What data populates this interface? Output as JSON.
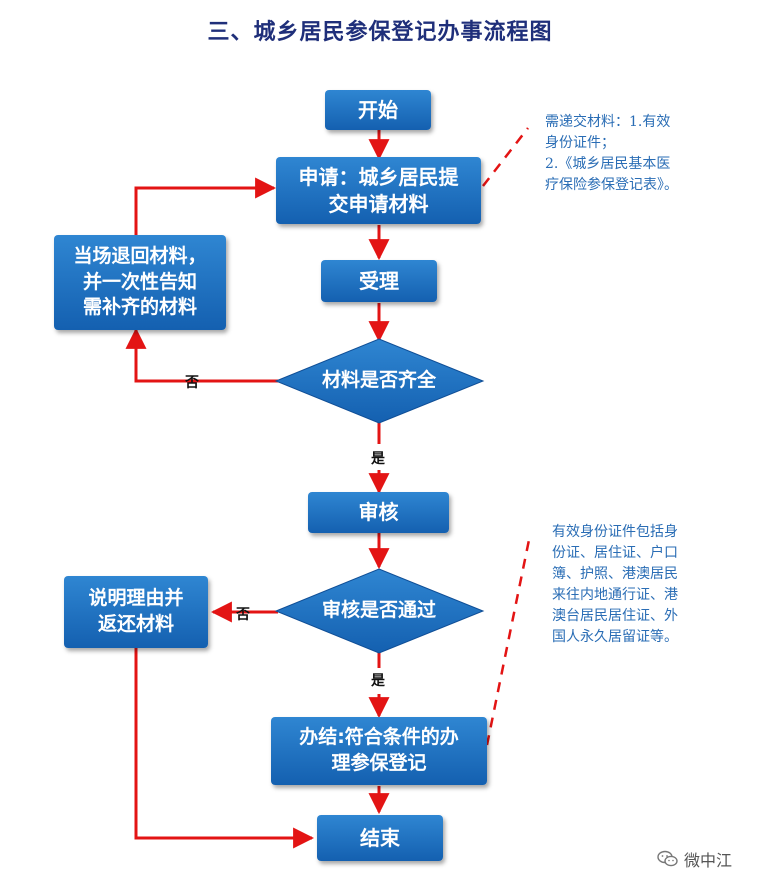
{
  "title": "三、城乡居民参保登记办事流程图",
  "nodes": {
    "start": "开始",
    "apply": "申请：城乡居民提\n交申请材料",
    "accept": "受理",
    "complete_check": "材料是否齐全",
    "return_materials": "当场退回材料，\n并一次性告知\n需补齐的材料",
    "review": "审核",
    "review_pass": "审核是否通过",
    "explain_return": "说明理由并\n返还材料",
    "finish": "办结:符合条件的办\n理参保登记",
    "end": "结束"
  },
  "edge_labels": {
    "complete_no": "否",
    "complete_yes": "是",
    "review_no": "否",
    "review_yes": "是"
  },
  "notes": {
    "materials": "需递交材料：1.有效\n身份证件；\n2.《城乡居民基本医\n疗保险参保登记表》。",
    "id_docs": "有效身份证件包括身\n份证、居住证、户口\n簿、护照、港澳居民\n来往内地通行证、港\n澳台居民居住证、外\n国人永久居留证等。"
  },
  "watermark": "微中江",
  "colors": {
    "box": "#1a6fc0",
    "arrow": "#e31414",
    "note": "#2a6db5",
    "title": "#1f2f7a"
  }
}
